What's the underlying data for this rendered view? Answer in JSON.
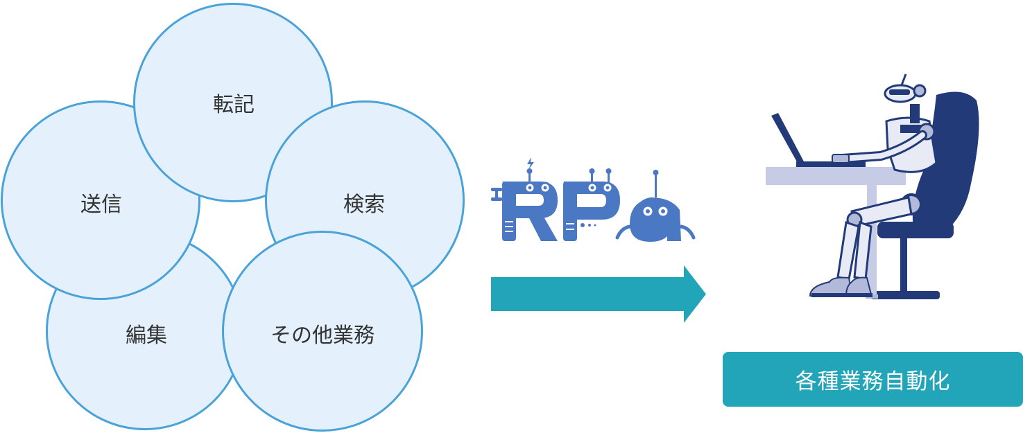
{
  "tasks": {
    "transcribe": "転記",
    "send": "送信",
    "search": "検索",
    "edit": "編集",
    "other": "その他業務"
  },
  "logo": {
    "text": "RPa"
  },
  "result": {
    "label": "各種業務自動化"
  },
  "colors": {
    "circle_fill": "#e4f1fc",
    "circle_stroke": "#4aa3d8",
    "arrow": "#22a5b8",
    "logo": "#4a78c2",
    "result_box": "#22a5b8",
    "chair": "#233a78"
  },
  "icons": {
    "arrow": "right-arrow-icon",
    "logo": "rpa-logo",
    "illustration": "robot-at-laptop-illustration"
  }
}
